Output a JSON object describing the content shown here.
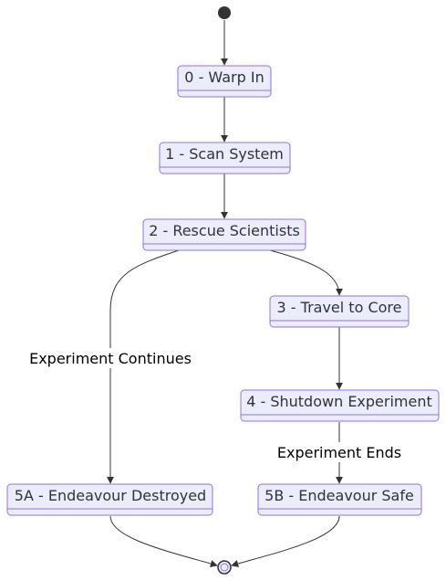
{
  "diagram": {
    "type": "state-diagram",
    "states": [
      {
        "id": "s0",
        "label": "0 - Warp In"
      },
      {
        "id": "s1",
        "label": "1 - Scan System"
      },
      {
        "id": "s2",
        "label": "2 - Rescue Scientists"
      },
      {
        "id": "s3",
        "label": "3 - Travel to Core"
      },
      {
        "id": "s4",
        "label": "4 - Shutdown Experiment"
      },
      {
        "id": "s5a",
        "label": "5A - Endeavour Destroyed"
      },
      {
        "id": "s5b",
        "label": "5B - Endeavour Safe"
      }
    ],
    "transitions": [
      {
        "from": "start",
        "to": "s0",
        "label": ""
      },
      {
        "from": "s0",
        "to": "s1",
        "label": ""
      },
      {
        "from": "s1",
        "to": "s2",
        "label": ""
      },
      {
        "from": "s2",
        "to": "s3",
        "label": ""
      },
      {
        "from": "s2",
        "to": "s5a",
        "label": "Experiment Continues"
      },
      {
        "from": "s3",
        "to": "s4",
        "label": ""
      },
      {
        "from": "s4",
        "to": "s5b",
        "label": "Experiment Ends"
      },
      {
        "from": "s5a",
        "to": "end",
        "label": ""
      },
      {
        "from": "s5b",
        "to": "end",
        "label": ""
      }
    ],
    "colors": {
      "node_fill": "#ECECFF",
      "node_border": "#9370DB",
      "edge": "#333333",
      "text": "#333333"
    }
  }
}
